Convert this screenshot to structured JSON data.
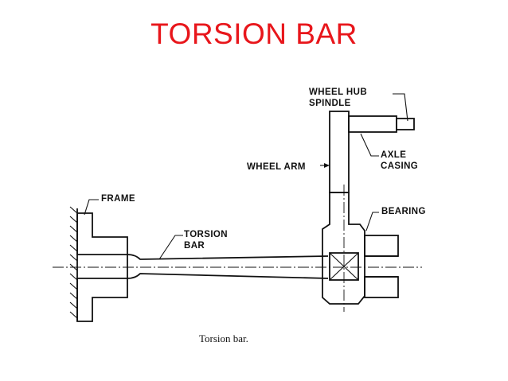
{
  "title": "TORSION BAR",
  "labels": {
    "wheel_hub_spindle": [
      "WHEEL HUB",
      "SPINDLE"
    ],
    "axle_casing": [
      "AXLE",
      "CASING"
    ],
    "wheel_arm": "WHEEL ARM",
    "frame": "FRAME",
    "torsion_bar": [
      "TORSION",
      "BAR"
    ],
    "bearing": "BEARING"
  },
  "caption": "Torsion bar.",
  "colors": {
    "title": "#e8161b",
    "ink": "#111111",
    "background": "#ffffff"
  }
}
